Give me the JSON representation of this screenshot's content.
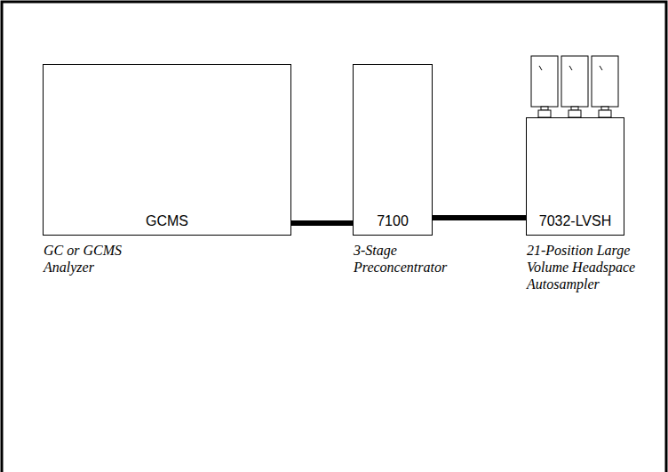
{
  "diagram": {
    "nodes": [
      {
        "text": [
          "GCMS",
          "GC or GCMS Analyzer"
        ]
      },
      {
        "text": [
          "7100",
          "3-Stage Preconcentrator"
        ]
      },
      {
        "text": [
          "7032-LVSH",
          "21-Position Large Volume Headspace Autosampler"
        ]
      }
    ],
    "edges": [
      {
        "from": 0,
        "to": 1,
        "arrow": "none"
      },
      {
        "from": 1,
        "to": 2,
        "arrow": "none"
      }
    ]
  }
}
